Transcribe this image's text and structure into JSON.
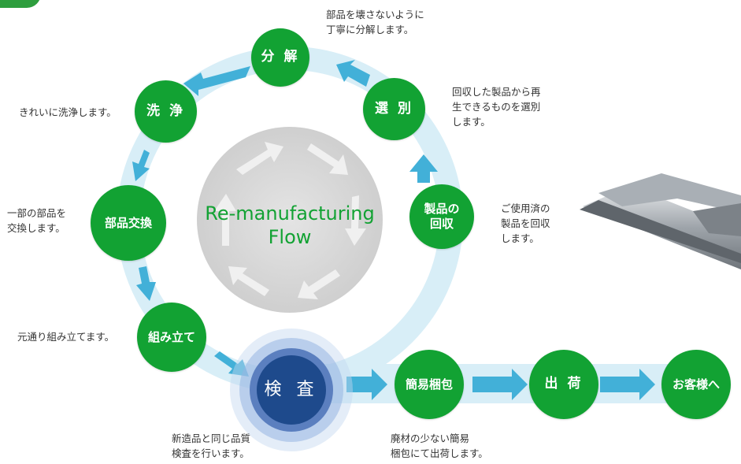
{
  "diagram": {
    "center_label": "Re-manufacturing\nFlow",
    "steps": {
      "disassemble": {
        "label": "分 解",
        "desc": "部品を壊さないように\n丁寧に分解します。"
      },
      "sort": {
        "label": "選 別",
        "desc": "回収した製品から再\n生できるものを選別\nします。"
      },
      "collect": {
        "label": "製品の\n回収",
        "desc": "ご使用済の\n製品を回収\nします。"
      },
      "wash": {
        "label": "洗 浄",
        "desc": "きれいに洗浄します。"
      },
      "replace": {
        "label": "部品交換",
        "desc": "一部の部品を\n交換します。"
      },
      "assemble": {
        "label": "組み立て",
        "desc": "元通り組み立てます。"
      },
      "inspect": {
        "label": "検 査",
        "desc": "新造品と同じ品質\n検査を行います。"
      },
      "package": {
        "label": "簡易梱包",
        "desc": "廃材の少ない簡易\n梱包にて出荷します。"
      },
      "ship": {
        "label": "出 荷"
      },
      "customer": {
        "label": "お客様へ"
      }
    }
  },
  "colors": {
    "step_green": "#12a233",
    "inspect_navy": "#1e4a8c",
    "flow_arrow": "#42b0d8",
    "ring_light": "#d3ebf5",
    "center_gray": "#d9d9d9"
  }
}
